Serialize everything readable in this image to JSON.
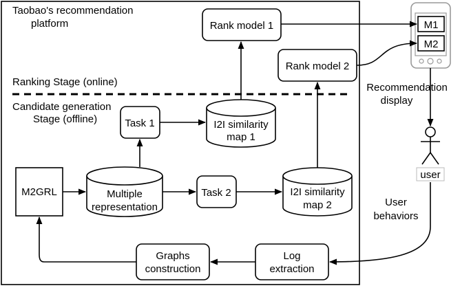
{
  "platform": {
    "title_line1": "Taobao's recommendation",
    "title_line2": "platform"
  },
  "stages": {
    "ranking": "Ranking Stage (online)",
    "candidate_line1": "Candidate generation",
    "candidate_line2": "Stage (offline)"
  },
  "nodes": {
    "rank_model_1": "Rank model 1",
    "rank_model_2": "Rank model 2",
    "task_1": "Task 1",
    "task_2": "Task 2",
    "i2i_map_1_line1": "I2I similarity",
    "i2i_map_1_line2": "map 1",
    "i2i_map_2_line1": "I2I similarity",
    "i2i_map_2_line2": "map 2",
    "m2grl": "M2GRL",
    "multiple_rep_line1": "Multiple",
    "multiple_rep_line2": "representation",
    "graphs_line1": "Graphs",
    "graphs_line2": "construction",
    "log_line1": "Log",
    "log_line2": "extraction"
  },
  "phone": {
    "slot_1": "M1",
    "slot_2": "M2"
  },
  "user": {
    "label": "user"
  },
  "edges": {
    "recommendation_line1": "Recommendation",
    "recommendation_line2": "display",
    "behaviors_line1": "User",
    "behaviors_line2": "behaviors"
  }
}
